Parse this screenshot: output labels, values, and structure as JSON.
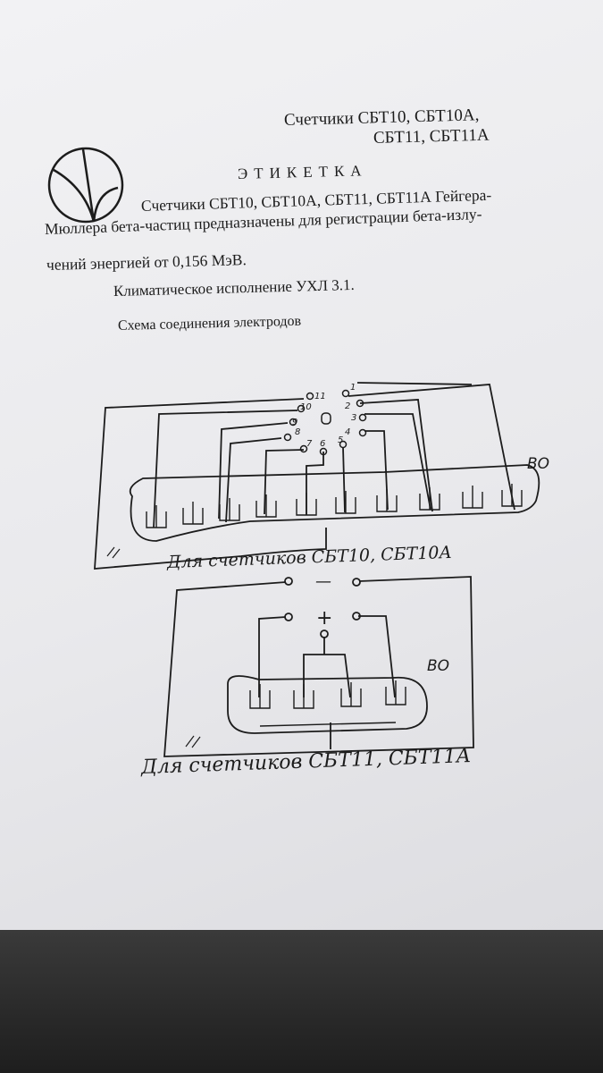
{
  "header": {
    "line1": "Счетчики СБТ10, СБТ10А,",
    "line2": "СБТ11, СБТ11А"
  },
  "title": "ЭТИКЕТКА",
  "body": {
    "line1": "Счетчики СБТ10, СБТ10А, СБТ11, СБТ11А Гейгера-",
    "line2": "Мюллера бета-частиц предназначены для регистрации бета-излу-",
    "line3": "чений энергией от 0,156 МэВ.",
    "climate": "Климатическое исполнение УХЛ 3.1.",
    "scheme_heading": "Схема соединения электродов"
  },
  "diagram1": {
    "pins": [
      "1",
      "2",
      "3",
      "4",
      "5",
      "6",
      "7",
      "8",
      "9",
      "10",
      "11"
    ],
    "window_label": "ВО",
    "caption": "Для счетчиков СБТ10, СБТ10А"
  },
  "diagram2": {
    "minus": "—",
    "plus": "+",
    "window_label": "ВО",
    "caption": "Для счетчиков СБТ11, СБТ11А"
  }
}
